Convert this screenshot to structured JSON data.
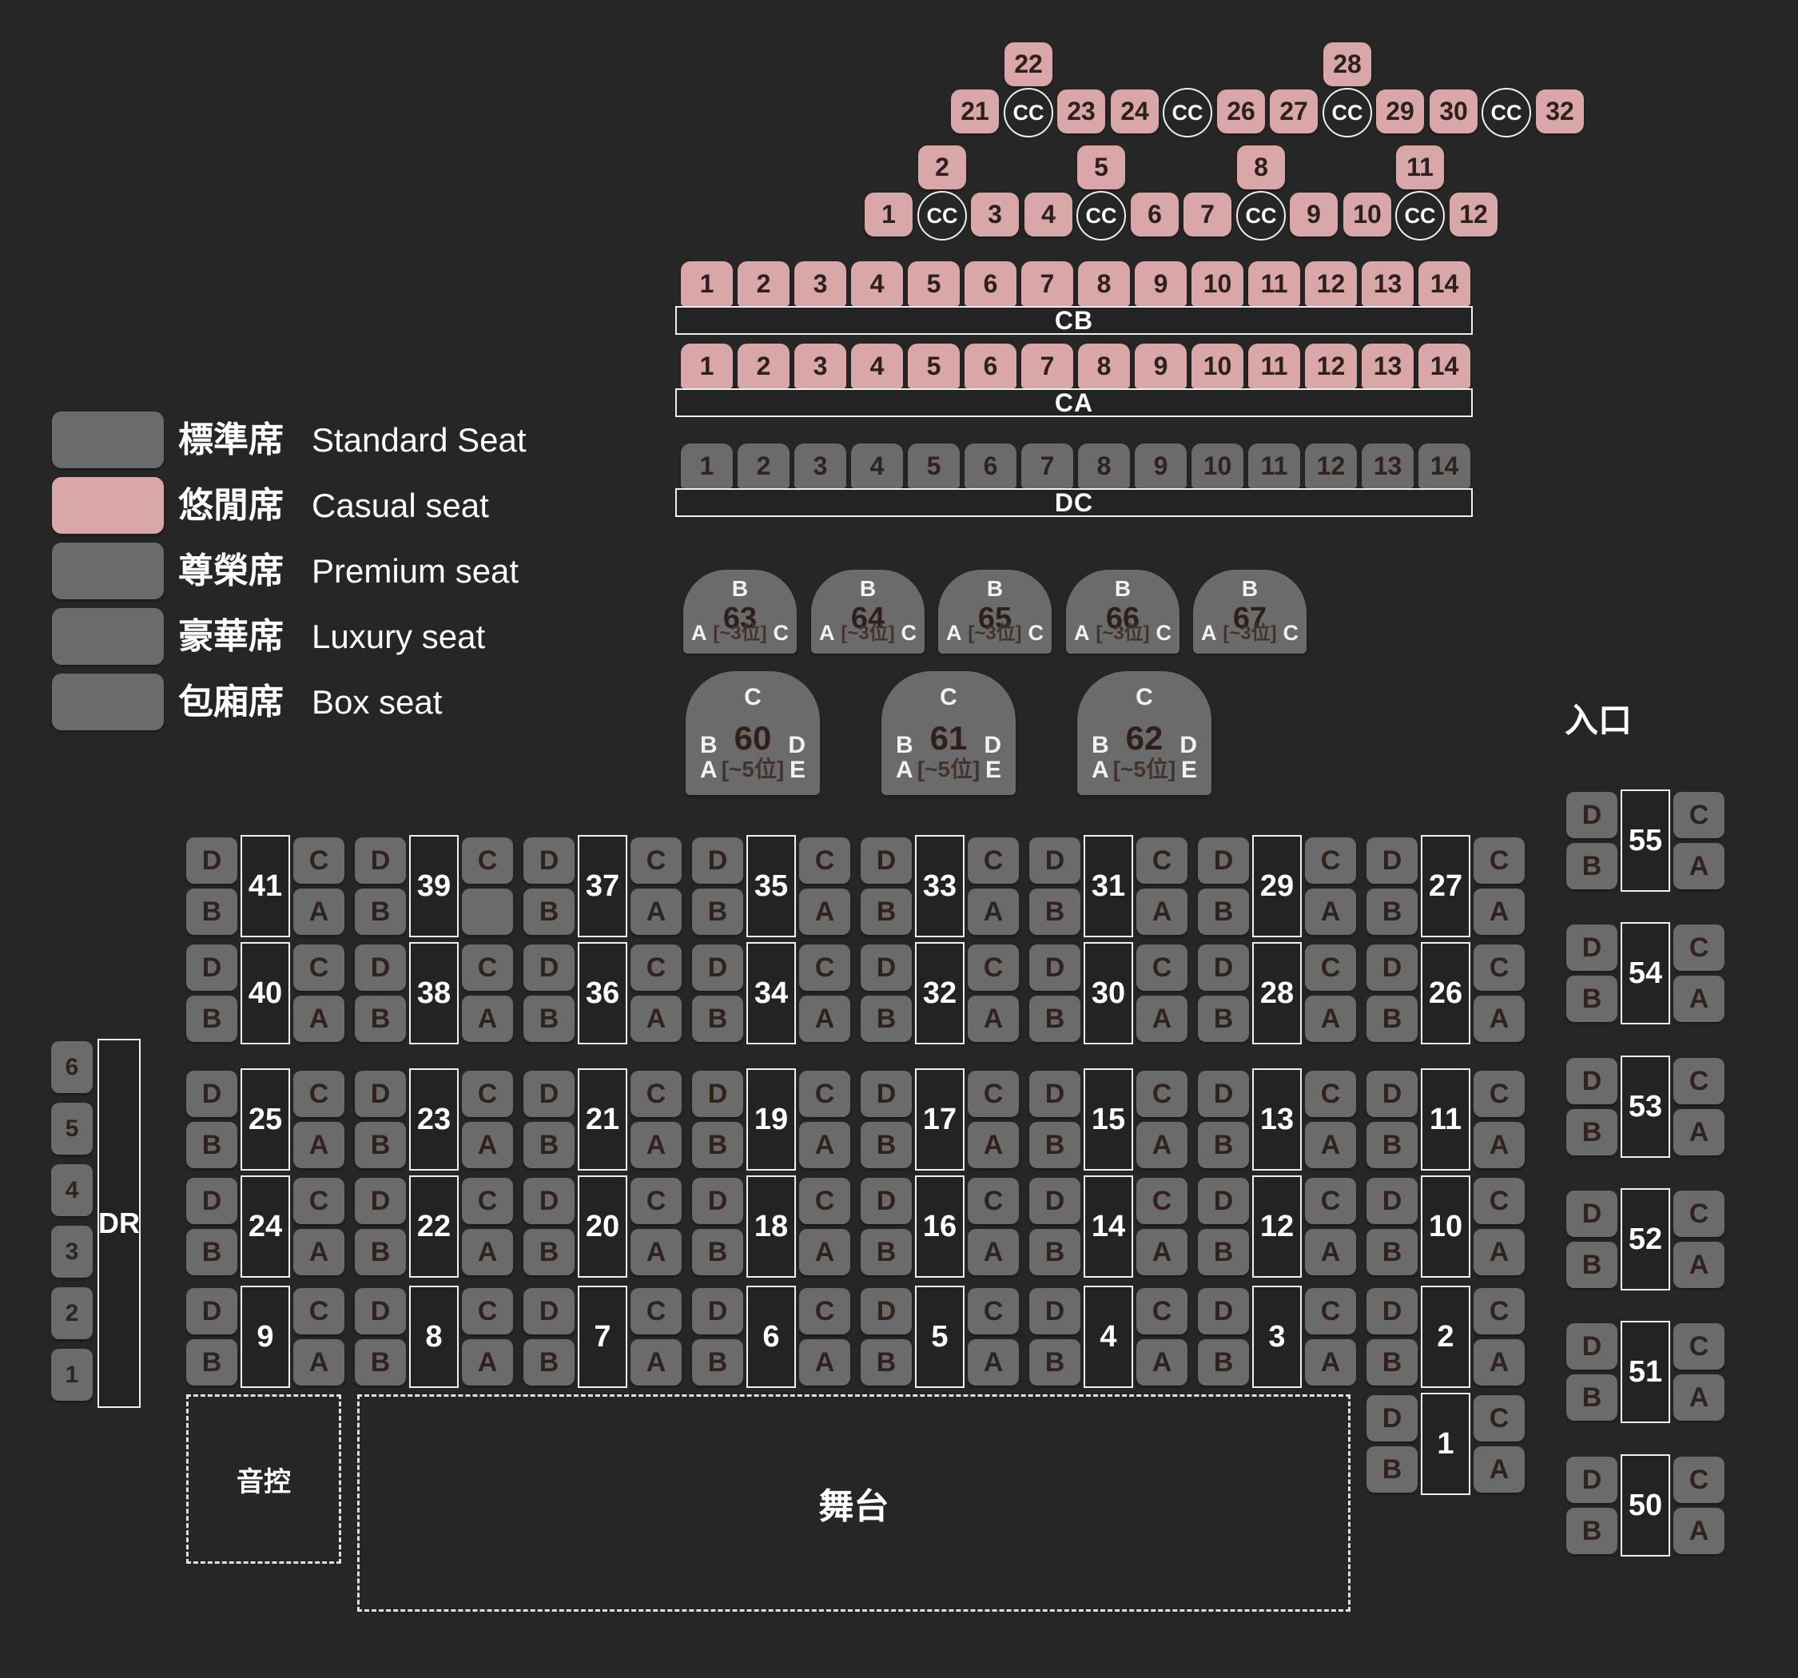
{
  "colors": {
    "background": "#262626",
    "standard_seat": "#6b6b6b",
    "casual_seat": "#d9a7a7",
    "seat_text_dark": "#30221c",
    "text_light": "#f2f2f2"
  },
  "legend": {
    "items": [
      {
        "key": "standard",
        "zh": "標準席",
        "en": "Standard Seat",
        "color": "#6b6b6b"
      },
      {
        "key": "casual",
        "zh": "悠閒席",
        "en": "Casual seat",
        "color": "#d9a7a7"
      },
      {
        "key": "premium",
        "zh": "尊榮席",
        "en": "Premium seat",
        "color": "#6b6b6b"
      },
      {
        "key": "luxury",
        "zh": "豪華席",
        "en": "Luxury seat",
        "color": "#6b6b6b"
      },
      {
        "key": "box",
        "zh": "包廂席",
        "en": "Box seat",
        "color": "#6b6b6b"
      }
    ]
  },
  "top_section": {
    "row_a": [
      {
        "n": "22",
        "slot": 1
      },
      {
        "n": "28",
        "slot": 7
      }
    ],
    "row_b": [
      "21",
      "CC",
      "23",
      "24",
      "CC",
      "26",
      "27",
      "CC",
      "29",
      "30",
      "CC",
      "32"
    ],
    "row_c": [
      {
        "n": "2",
        "slot": 1
      },
      {
        "n": "5",
        "slot": 4
      },
      {
        "n": "8",
        "slot": 7
      },
      {
        "n": "11",
        "slot": 10
      }
    ],
    "row_d": [
      "1",
      "CC",
      "3",
      "4",
      "CC",
      "6",
      "7",
      "CC",
      "9",
      "10",
      "CC",
      "12"
    ]
  },
  "counter_rows": [
    {
      "label": "CB",
      "color": "pink",
      "seats": [
        "1",
        "2",
        "3",
        "4",
        "5",
        "6",
        "7",
        "8",
        "9",
        "10",
        "11",
        "12",
        "13",
        "14"
      ]
    },
    {
      "label": "CA",
      "color": "pink",
      "seats": [
        "1",
        "2",
        "3",
        "4",
        "5",
        "6",
        "7",
        "8",
        "9",
        "10",
        "11",
        "12",
        "13",
        "14"
      ]
    },
    {
      "label": "DC",
      "color": "gray",
      "seats": [
        "1",
        "2",
        "3",
        "4",
        "5",
        "6",
        "7",
        "8",
        "9",
        "10",
        "11",
        "12",
        "13",
        "14"
      ]
    }
  ],
  "tables_3p": [
    {
      "top": "B",
      "n": "63",
      "left": "A",
      "cap": "[~3位]",
      "right": "C"
    },
    {
      "top": "B",
      "n": "64",
      "left": "A",
      "cap": "[~3位]",
      "right": "C"
    },
    {
      "top": "B",
      "n": "65",
      "left": "A",
      "cap": "[~3位]",
      "right": "C"
    },
    {
      "top": "B",
      "n": "66",
      "left": "A",
      "cap": "[~3位]",
      "right": "C"
    },
    {
      "top": "B",
      "n": "67",
      "left": "A",
      "cap": "[~3位]",
      "right": "C"
    }
  ],
  "tables_5p": [
    {
      "top": "C",
      "ml": "B",
      "n": "60",
      "mr": "D",
      "bl": "A",
      "cap": "[~5位]",
      "br": "E"
    },
    {
      "top": "C",
      "ml": "B",
      "n": "61",
      "mr": "D",
      "bl": "A",
      "cap": "[~5位]",
      "br": "E"
    },
    {
      "top": "C",
      "ml": "B",
      "n": "62",
      "mr": "D",
      "bl": "A",
      "cap": "[~5位]",
      "br": "E"
    }
  ],
  "main_grid": {
    "unit_letters": [
      "D",
      "B",
      "C",
      "A"
    ],
    "rows": [
      {
        "tables": [
          {
            "n": "41"
          },
          {
            "n": "39",
            "blank": [
              "A"
            ]
          },
          {
            "n": "37"
          },
          {
            "n": "35"
          },
          {
            "n": "33"
          },
          {
            "n": "31"
          },
          {
            "n": "29"
          },
          {
            "n": "27"
          }
        ]
      },
      {
        "tables": [
          {
            "n": "40"
          },
          {
            "n": "38"
          },
          {
            "n": "36"
          },
          {
            "n": "34"
          },
          {
            "n": "32"
          },
          {
            "n": "30"
          },
          {
            "n": "28"
          },
          {
            "n": "26"
          }
        ]
      },
      {
        "tables": [
          {
            "n": "25"
          },
          {
            "n": "23"
          },
          {
            "n": "21"
          },
          {
            "n": "19"
          },
          {
            "n": "17"
          },
          {
            "n": "15"
          },
          {
            "n": "13"
          },
          {
            "n": "11"
          }
        ]
      },
      {
        "tables": [
          {
            "n": "24"
          },
          {
            "n": "22"
          },
          {
            "n": "20"
          },
          {
            "n": "18"
          },
          {
            "n": "16"
          },
          {
            "n": "14"
          },
          {
            "n": "12"
          },
          {
            "n": "10"
          }
        ]
      },
      {
        "tables": [
          {
            "n": "9"
          },
          {
            "n": "8"
          },
          {
            "n": "7"
          },
          {
            "n": "6"
          },
          {
            "n": "5"
          },
          {
            "n": "4"
          },
          {
            "n": "3"
          },
          {
            "n": "2"
          }
        ]
      },
      {
        "tables": [
          {
            "n": "1",
            "col": 7
          }
        ]
      }
    ]
  },
  "side_right": {
    "entrance_label": "入口",
    "tables": [
      "55",
      "54",
      "53",
      "52",
      "51",
      "50"
    ]
  },
  "side_left": {
    "dr_label": "DR",
    "seats": [
      "6",
      "5",
      "4",
      "3",
      "2",
      "1"
    ]
  },
  "areas": {
    "sound_control": "音控",
    "stage": "舞台"
  }
}
